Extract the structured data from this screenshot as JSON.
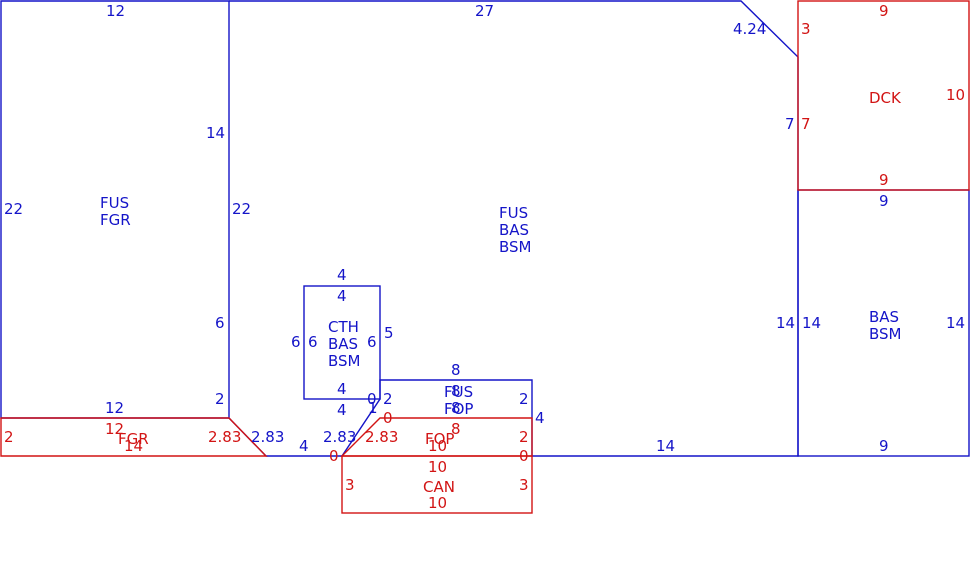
{
  "colors": {
    "blue": "#1414c8",
    "red": "#d21414"
  },
  "region_labels": {
    "fus_fgr": [
      "FUS",
      "FGR"
    ],
    "fus_bas_bsm": [
      "FUS",
      "BAS",
      "BSM"
    ],
    "cth_bas_bsm": [
      "CTH",
      "BAS",
      "BSM"
    ],
    "fus_fop": [
      "FUS",
      "FOP"
    ],
    "fgr": "FGR",
    "fop": "FOP",
    "can": "CAN",
    "dck": "DCK",
    "bas_bsm": [
      "BAS",
      "BSM"
    ]
  },
  "dims_blue": {
    "top_left": "12",
    "top_mid": "27",
    "chamfer": "4.24",
    "left_22": "22",
    "inner_14": "14",
    "inner_22": "22",
    "inner_6": "6",
    "inner_2": "2",
    "inner_12": "12",
    "cth_top_outer": "4",
    "cth_top_inner": "4",
    "cth_left_outer": "6",
    "cth_left_inner": "6",
    "cth_right_inner": "6",
    "cth_right_outer": "5",
    "cth_bot_inner": "4",
    "cth_bot_outer": "4",
    "fusfop_top_outer": "8",
    "fusfop_top_inner": "8",
    "fusfop_bot_inner": "8",
    "fusfop_left_0": "0",
    "fusfop_left_2": "2",
    "fusfop_right_2": "2",
    "fusfop_right_4": "4",
    "fusfop_left_1": "1",
    "diag_left": "2.83",
    "diag_right": "2.83",
    "bottom_4": "4",
    "bottom_14": "14",
    "dck_side_7": "7",
    "right_14_outer": "14",
    "right_14_inner": "14",
    "right_14_far": "14",
    "basbsm_top": "9",
    "basbsm_bot": "9"
  },
  "dims_red": {
    "fgr_left": "2",
    "fgr_top": "12",
    "fgr_bot": "14",
    "fgr_diag": "2.83",
    "fop_diag": "2.83",
    "fop_top": "8",
    "fop_bot": "10",
    "fop_left_0": "0",
    "fop_right_2": "2",
    "fop_right_0": "0",
    "fop_left_0b": "0",
    "can_top": "10",
    "can_bot": "10",
    "can_left": "3",
    "can_right": "3",
    "dck_top": "9",
    "dck_bot": "9",
    "dck_left_3": "3",
    "dck_left_7": "7",
    "dck_right": "10"
  }
}
